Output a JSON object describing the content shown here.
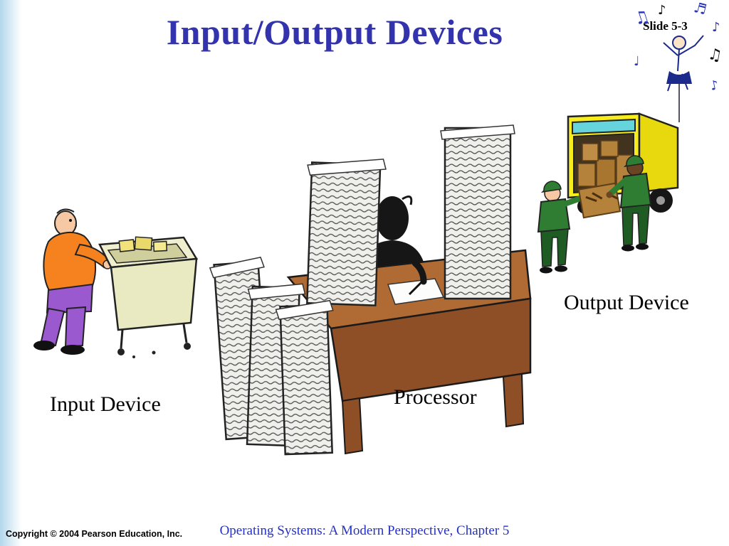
{
  "slide": {
    "title": "Input/Output Devices",
    "slide_number": "Slide 5-3",
    "labels": {
      "input": "Input Device",
      "processor": "Processor",
      "output": "Output Device"
    },
    "footer": {
      "copyright": "Copyright © 2004 Pearson Education, Inc.",
      "book_title": "Operating Systems: A Modern Perspective, Chapter 5"
    },
    "colors": {
      "title_text": "#3333ae",
      "footer_title_text": "#2430c8",
      "label_text": "#000000",
      "left_border_blue": "#b3d7ec",
      "truck_body": "#f7ec1c",
      "truck_door_teal": "#66d4dc",
      "worker_uniform_green": "#2e7d32",
      "shirt_orange": "#f5821f",
      "pants_purple": "#9b59d0",
      "desk_brown": "#b06a33",
      "cart_cream": "#e9e9c2",
      "paper_gray": "#efefec",
      "box_brown": "#b5823c"
    }
  }
}
